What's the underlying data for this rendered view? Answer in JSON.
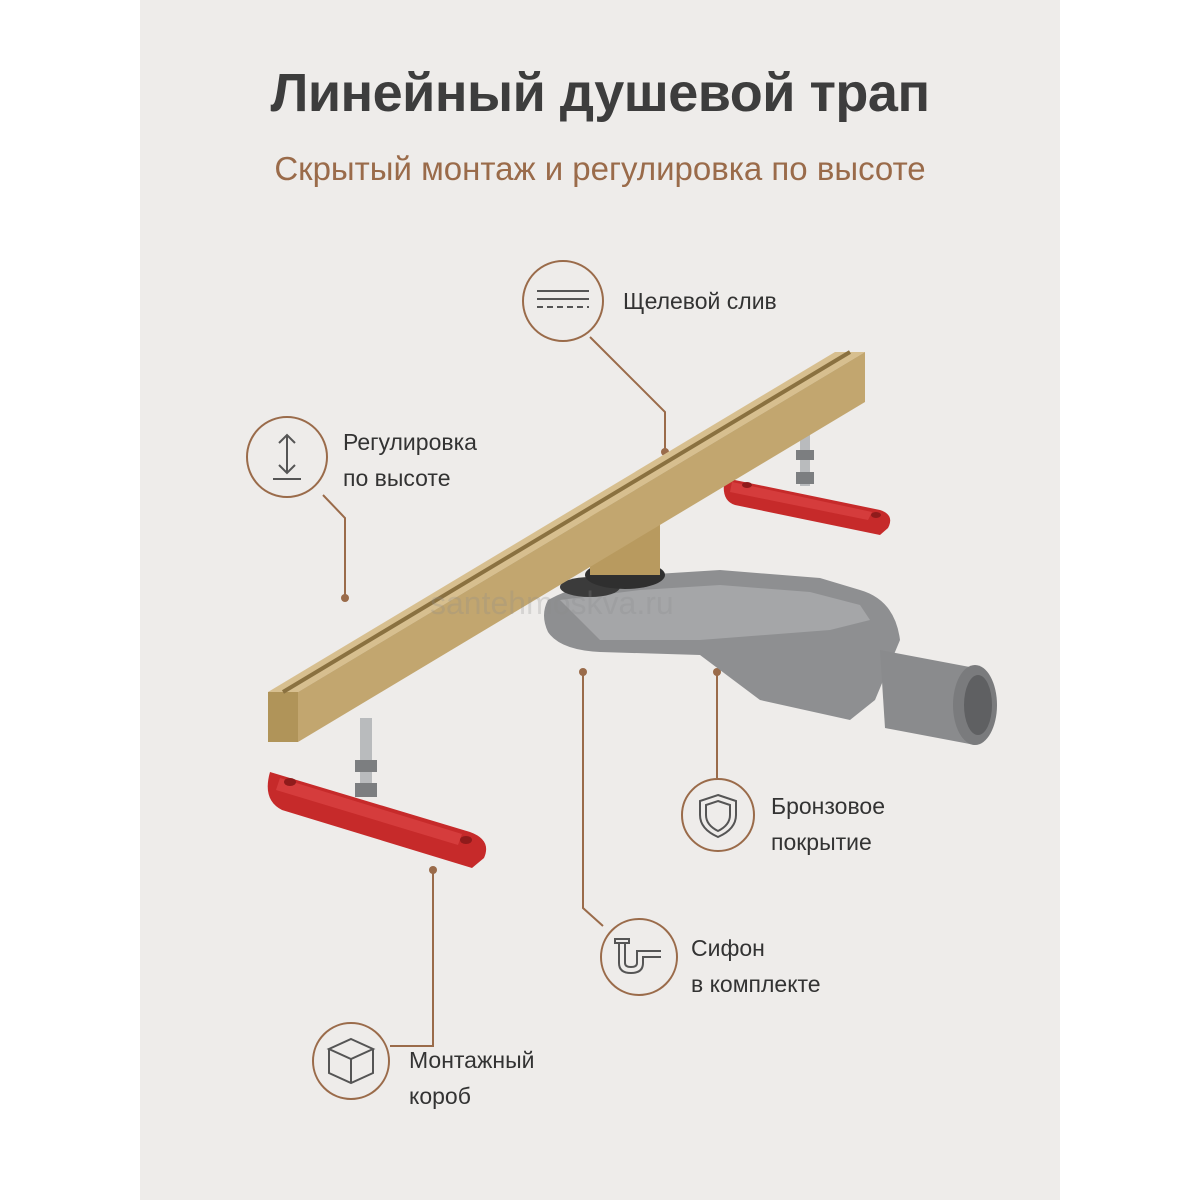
{
  "title": "Линейный душевой трап",
  "subtitle": "Скрытый монтаж и регулировка по высоте",
  "watermark": "santehmoskva.ru",
  "features": {
    "slot": {
      "line1": "Щелевой слив",
      "icon": "slot-drain-icon"
    },
    "height": {
      "line1": "Регулировка",
      "line2": "по высоте",
      "icon": "height-arrows-icon"
    },
    "bronze": {
      "line1": "Бронзовое",
      "line2": "покрытие",
      "icon": "shield-icon"
    },
    "siphon": {
      "line1": "Сифон",
      "line2": "в комплекте",
      "icon": "siphon-icon"
    },
    "box": {
      "line1": "Монтажный",
      "line2": "короб",
      "icon": "box-icon"
    }
  },
  "colors": {
    "accent": "#9a6b4a",
    "title": "#3d3d3d",
    "gold": "#c2a66f",
    "red": "#c62a2a",
    "gray": "#8e8f91"
  }
}
